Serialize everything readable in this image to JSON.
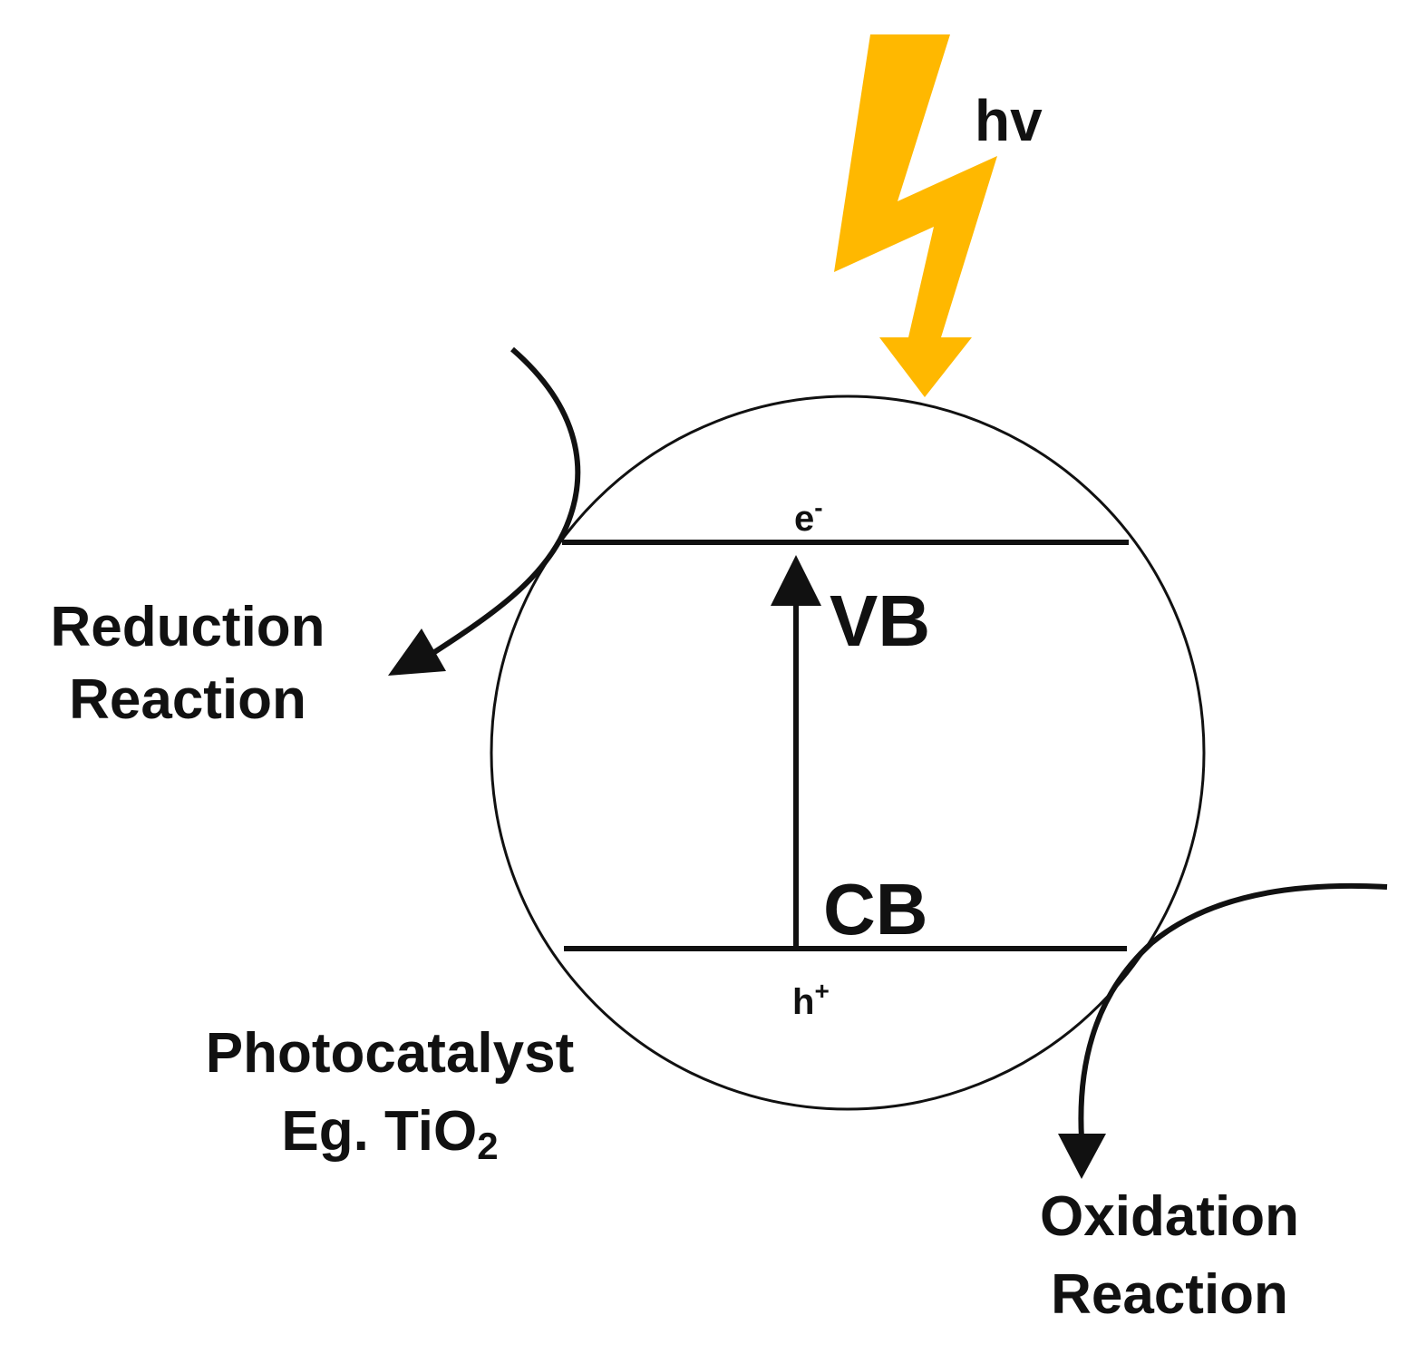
{
  "light": {
    "label": "hv",
    "color": "#FFB800"
  },
  "particle": {
    "line1": "Photocatalyst",
    "line2_prefix": "Eg. TiO",
    "line2_sub": "2"
  },
  "bands": {
    "upper_label": "VB",
    "lower_label": "CB",
    "electron_base": "e",
    "electron_sup": "-",
    "hole_base": "h",
    "hole_sup": "+"
  },
  "reduction": {
    "line1": "Reduction",
    "line2": "Reaction"
  },
  "oxidation": {
    "line1": "Oxidation",
    "line2": "Reaction"
  },
  "colors": {
    "ink": "#111111",
    "bolt": "#FFB800"
  }
}
